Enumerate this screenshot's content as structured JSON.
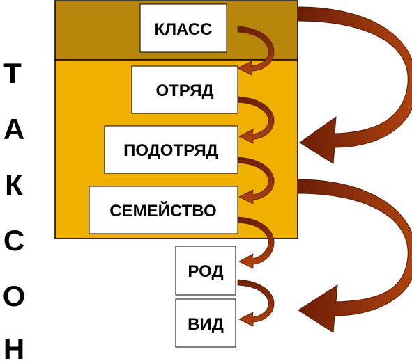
{
  "vertical_title": [
    "Т",
    "А",
    "К",
    "С",
    "О",
    "Н"
  ],
  "ranks": [
    {
      "id": "class",
      "label": "КЛАСС"
    },
    {
      "id": "order",
      "label": "ОТРЯД"
    },
    {
      "id": "suborder",
      "label": "ПОДОТРЯД"
    },
    {
      "id": "family",
      "label": "СЕМЕЙСТВО"
    },
    {
      "id": "genus",
      "label": "РОД"
    },
    {
      "id": "species",
      "label": "ВИД"
    }
  ],
  "colors": {
    "outer_band": "#b8860b",
    "inner_panel": "#efb000",
    "arrow_dark": "#6b1e06",
    "arrow_light": "#b0440f",
    "box_fill": "#ffffff",
    "outline": "#000000"
  }
}
